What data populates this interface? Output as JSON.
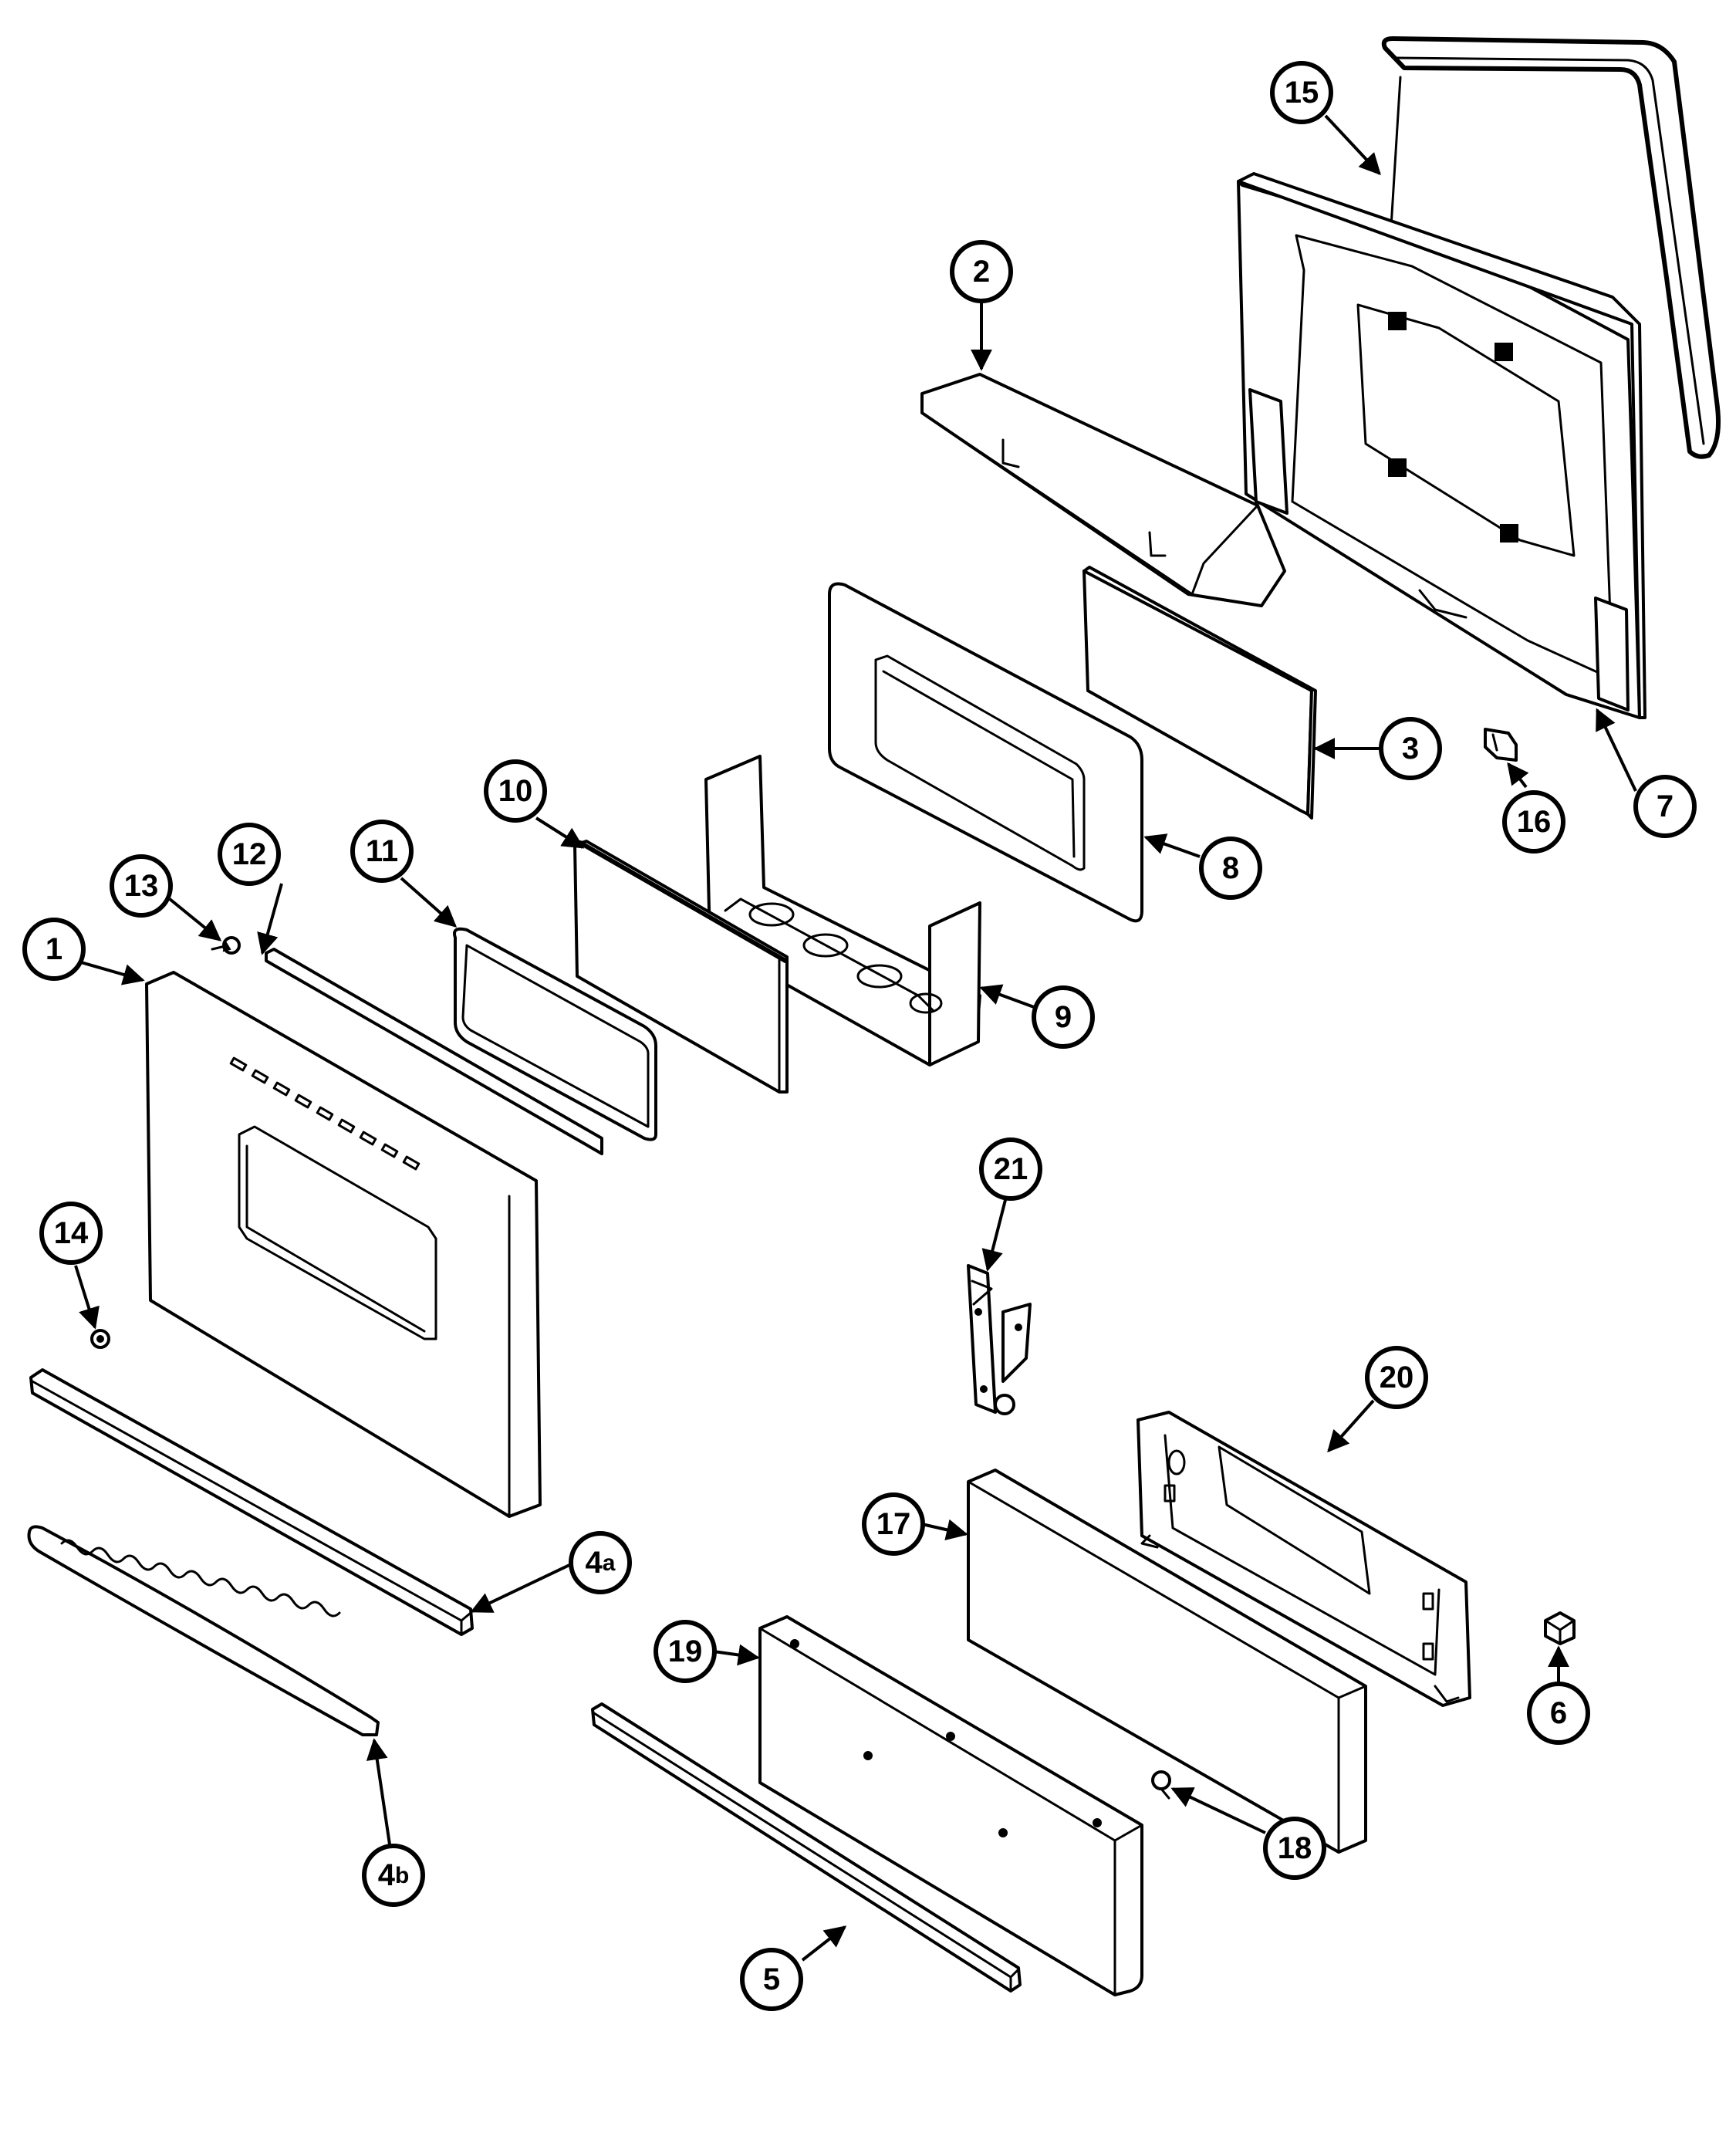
{
  "callouts": [
    {
      "id": "c15",
      "label": "15"
    },
    {
      "id": "c2",
      "label": "2"
    },
    {
      "id": "c3",
      "label": "3"
    },
    {
      "id": "c16",
      "label": "16"
    },
    {
      "id": "c7",
      "label": "7"
    },
    {
      "id": "c8",
      "label": "8"
    },
    {
      "id": "c10",
      "label": "10"
    },
    {
      "id": "c9",
      "label": "9"
    },
    {
      "id": "c11",
      "label": "11"
    },
    {
      "id": "c12",
      "label": "12"
    },
    {
      "id": "c13",
      "label": "13"
    },
    {
      "id": "c1",
      "label": "1"
    },
    {
      "id": "c14",
      "label": "14"
    },
    {
      "id": "c4a",
      "label": "4",
      "sub": "a"
    },
    {
      "id": "c4b",
      "label": "4",
      "sub": "b"
    },
    {
      "id": "c21",
      "label": "21"
    },
    {
      "id": "c20",
      "label": "20"
    },
    {
      "id": "c17",
      "label": "17"
    },
    {
      "id": "c19",
      "label": "19"
    },
    {
      "id": "c6",
      "label": "6"
    },
    {
      "id": "c18",
      "label": "18"
    },
    {
      "id": "c5",
      "label": "5"
    }
  ]
}
